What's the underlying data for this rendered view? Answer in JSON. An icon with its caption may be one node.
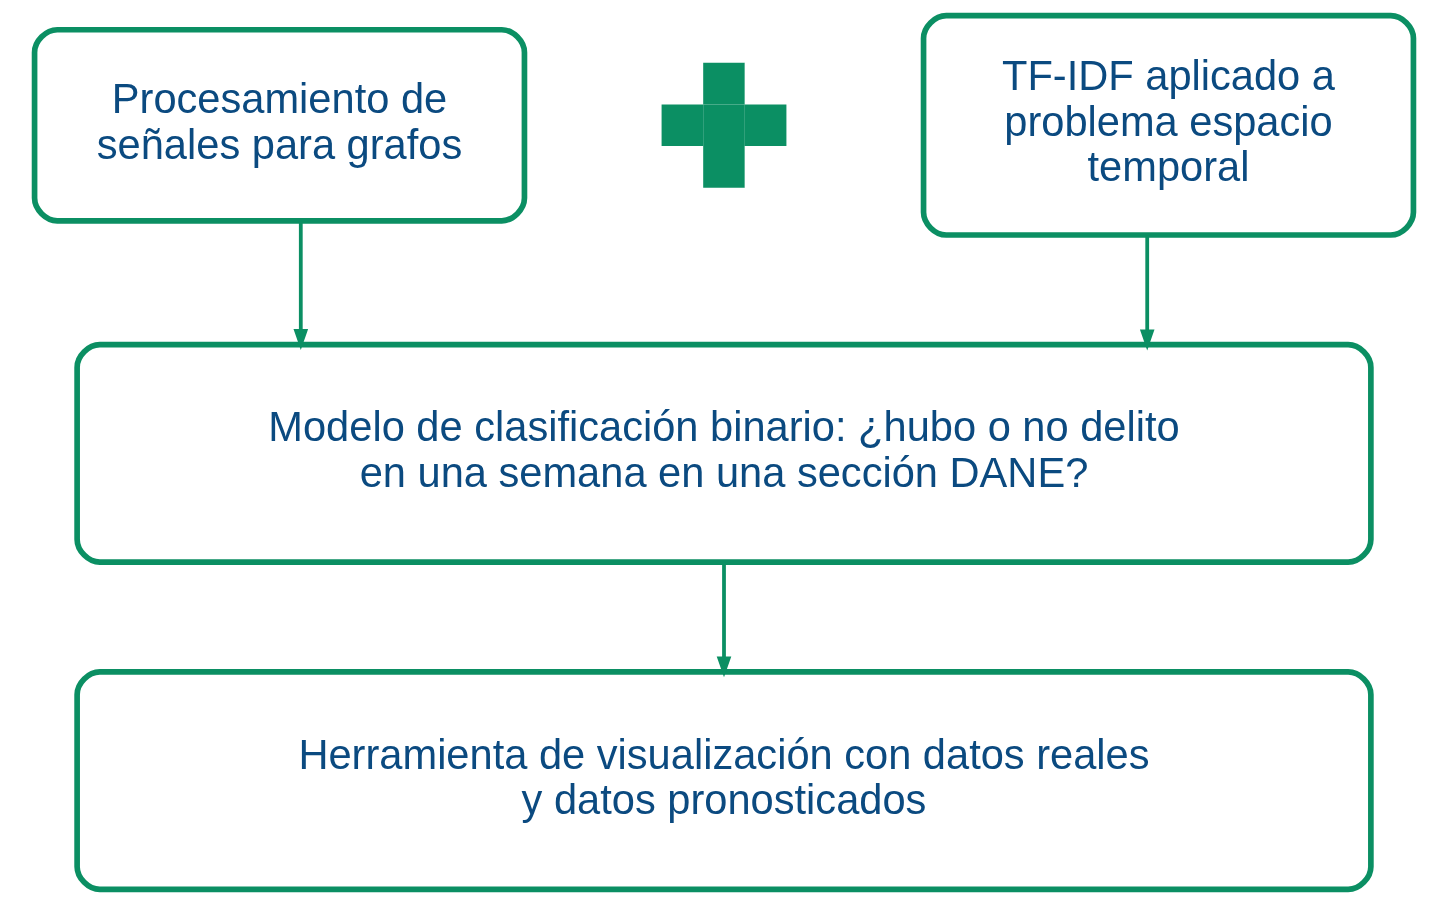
{
  "diagram": {
    "nodes": [
      {
        "text": [
          "Procesamiento de señales para grafos"
        ]
      },
      {
        "text": [],
        "shape": "plus"
      },
      {
        "text": [
          "TF-IDF aplicado a problema espacio temporal"
        ]
      },
      {
        "text": [
          "Modelo de clasificación binario: ¿hubo o no delito en una semana en una sección DANE?"
        ]
      },
      {
        "text": [
          "Herramienta de visualización con datos reales y datos pronosticados"
        ]
      }
    ],
    "edges": [
      {
        "from": 0,
        "to": 3,
        "arrow": "to"
      },
      {
        "from": 2,
        "to": 3,
        "arrow": "to"
      },
      {
        "from": 3,
        "to": 4,
        "arrow": "to"
      }
    ]
  }
}
